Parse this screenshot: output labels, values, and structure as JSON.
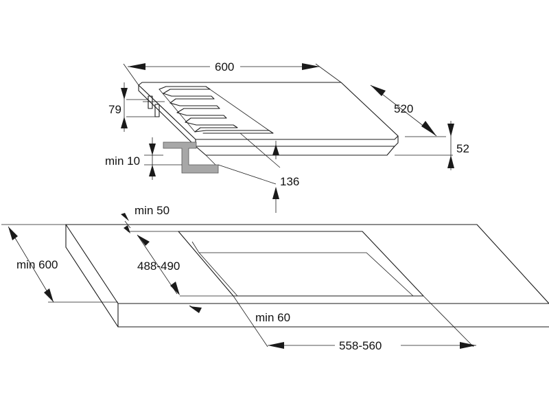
{
  "hob": {
    "labels": {
      "width": "600",
      "depth": "520",
      "height": "52",
      "knob_height": "79",
      "clearance": "min 10",
      "below": "136"
    }
  },
  "worktop": {
    "labels": {
      "rear_gap": "min 50",
      "worktop_depth": "min 600",
      "cutout_depth": "488-490",
      "front_gap": "min 60",
      "cutout_width": "558-560"
    }
  },
  "colors": {
    "line": "#1a1a1a",
    "bracket": "#a7a7a7"
  }
}
